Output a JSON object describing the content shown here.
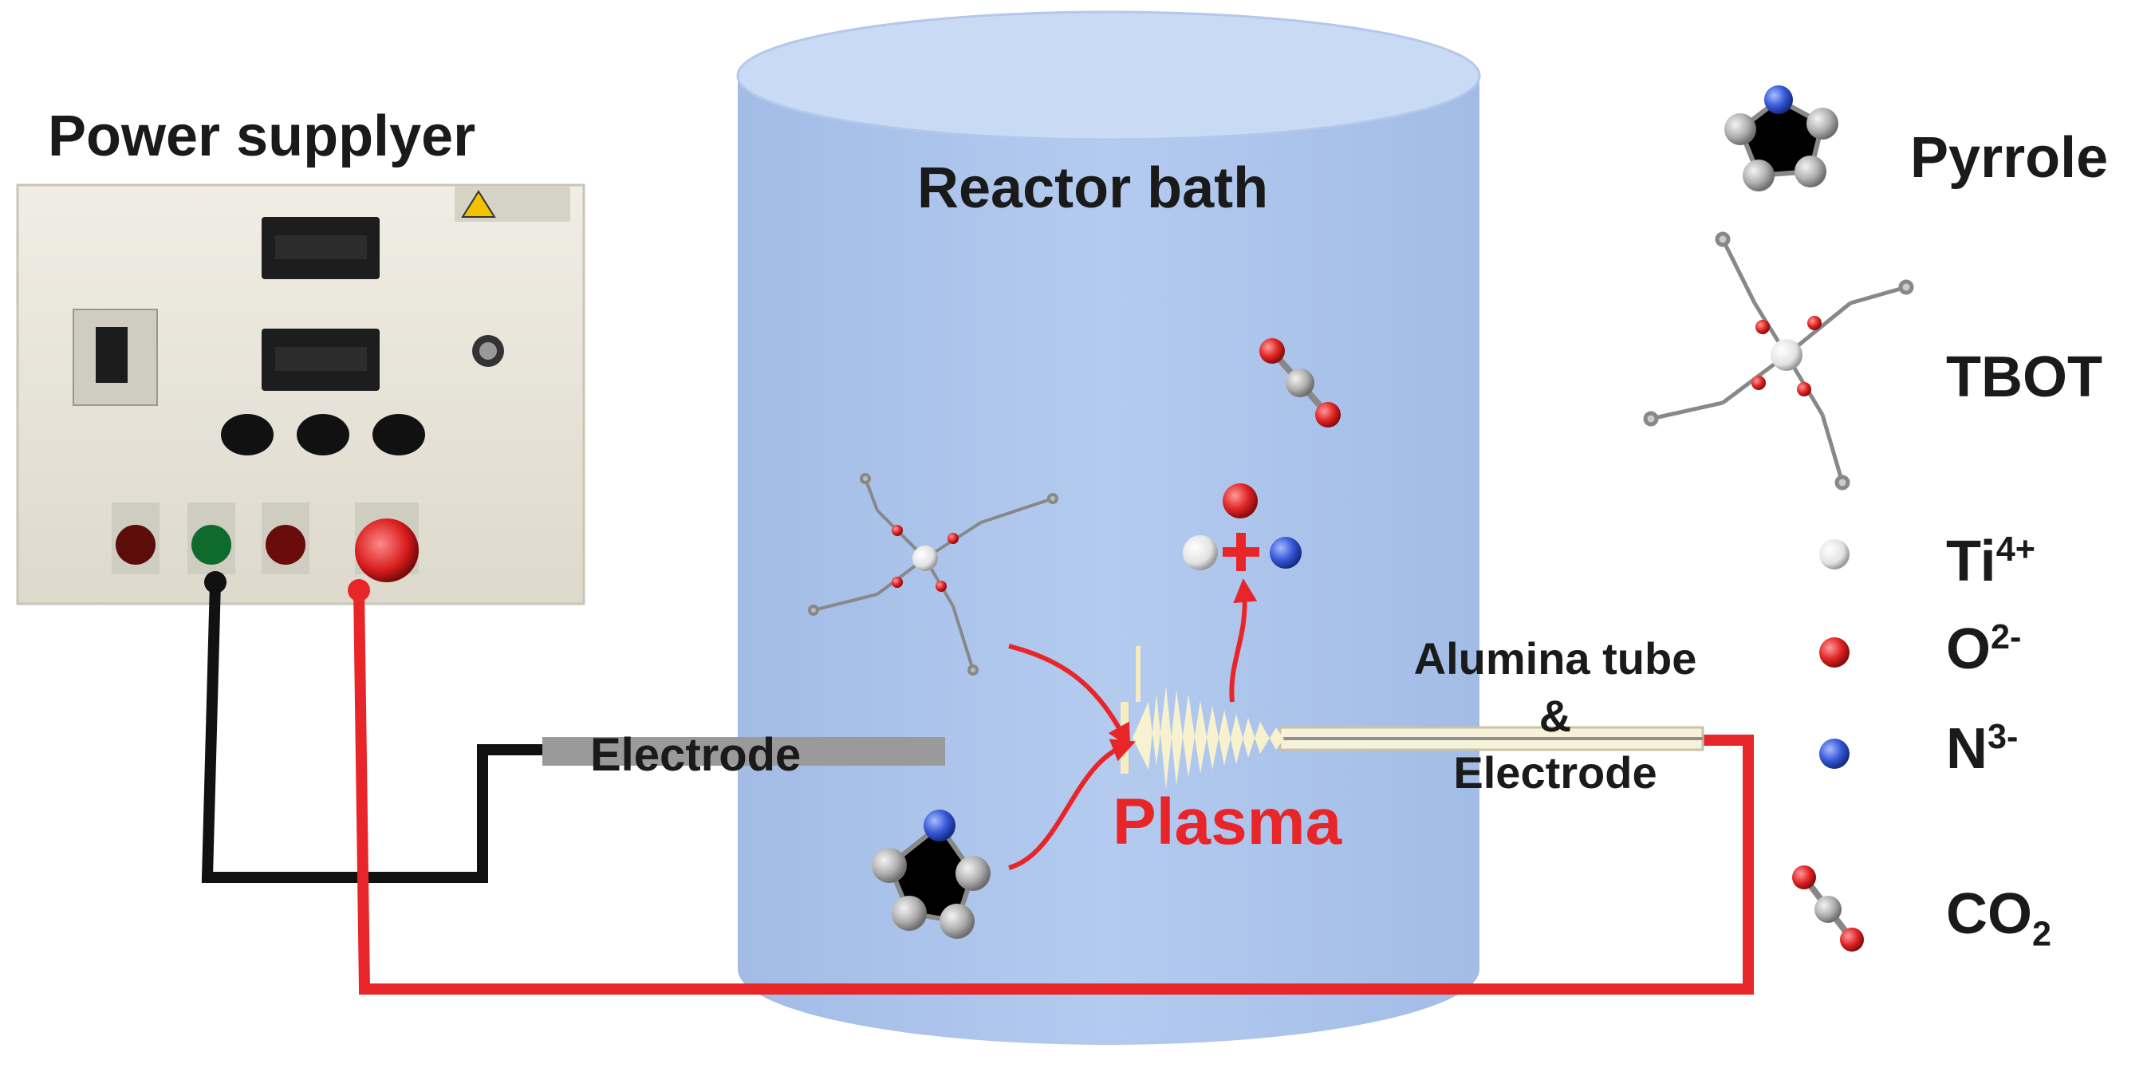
{
  "labels": {
    "power_supplyer": "Power supplyer",
    "reactor_bath": "Reactor bath",
    "electrode_left": "Electrode",
    "plasma": "Plasma",
    "tube_line1": "Alumina tube",
    "tube_line2": "&",
    "tube_line3": "Electrode"
  },
  "legend": {
    "pyrrole": "Pyrrole",
    "tbot": "TBOT",
    "ti": {
      "base": "Ti",
      "sup": "4+"
    },
    "o": {
      "base": "O",
      "sup": "2-"
    },
    "n": {
      "base": "N",
      "sup": "3-"
    },
    "co2": {
      "base": "CO",
      "sub": "2"
    }
  },
  "colors": {
    "bath": "#a9c3ea",
    "bath_top": "#c9daf4",
    "wire_red": "#e8262a",
    "wire_black": "#111111",
    "oxygen": "#e83030",
    "nitrogen": "#3a62d8",
    "carbon": "#b8b8b8",
    "titanium": "#f0f0f0",
    "panel": "#e9e6dc"
  }
}
